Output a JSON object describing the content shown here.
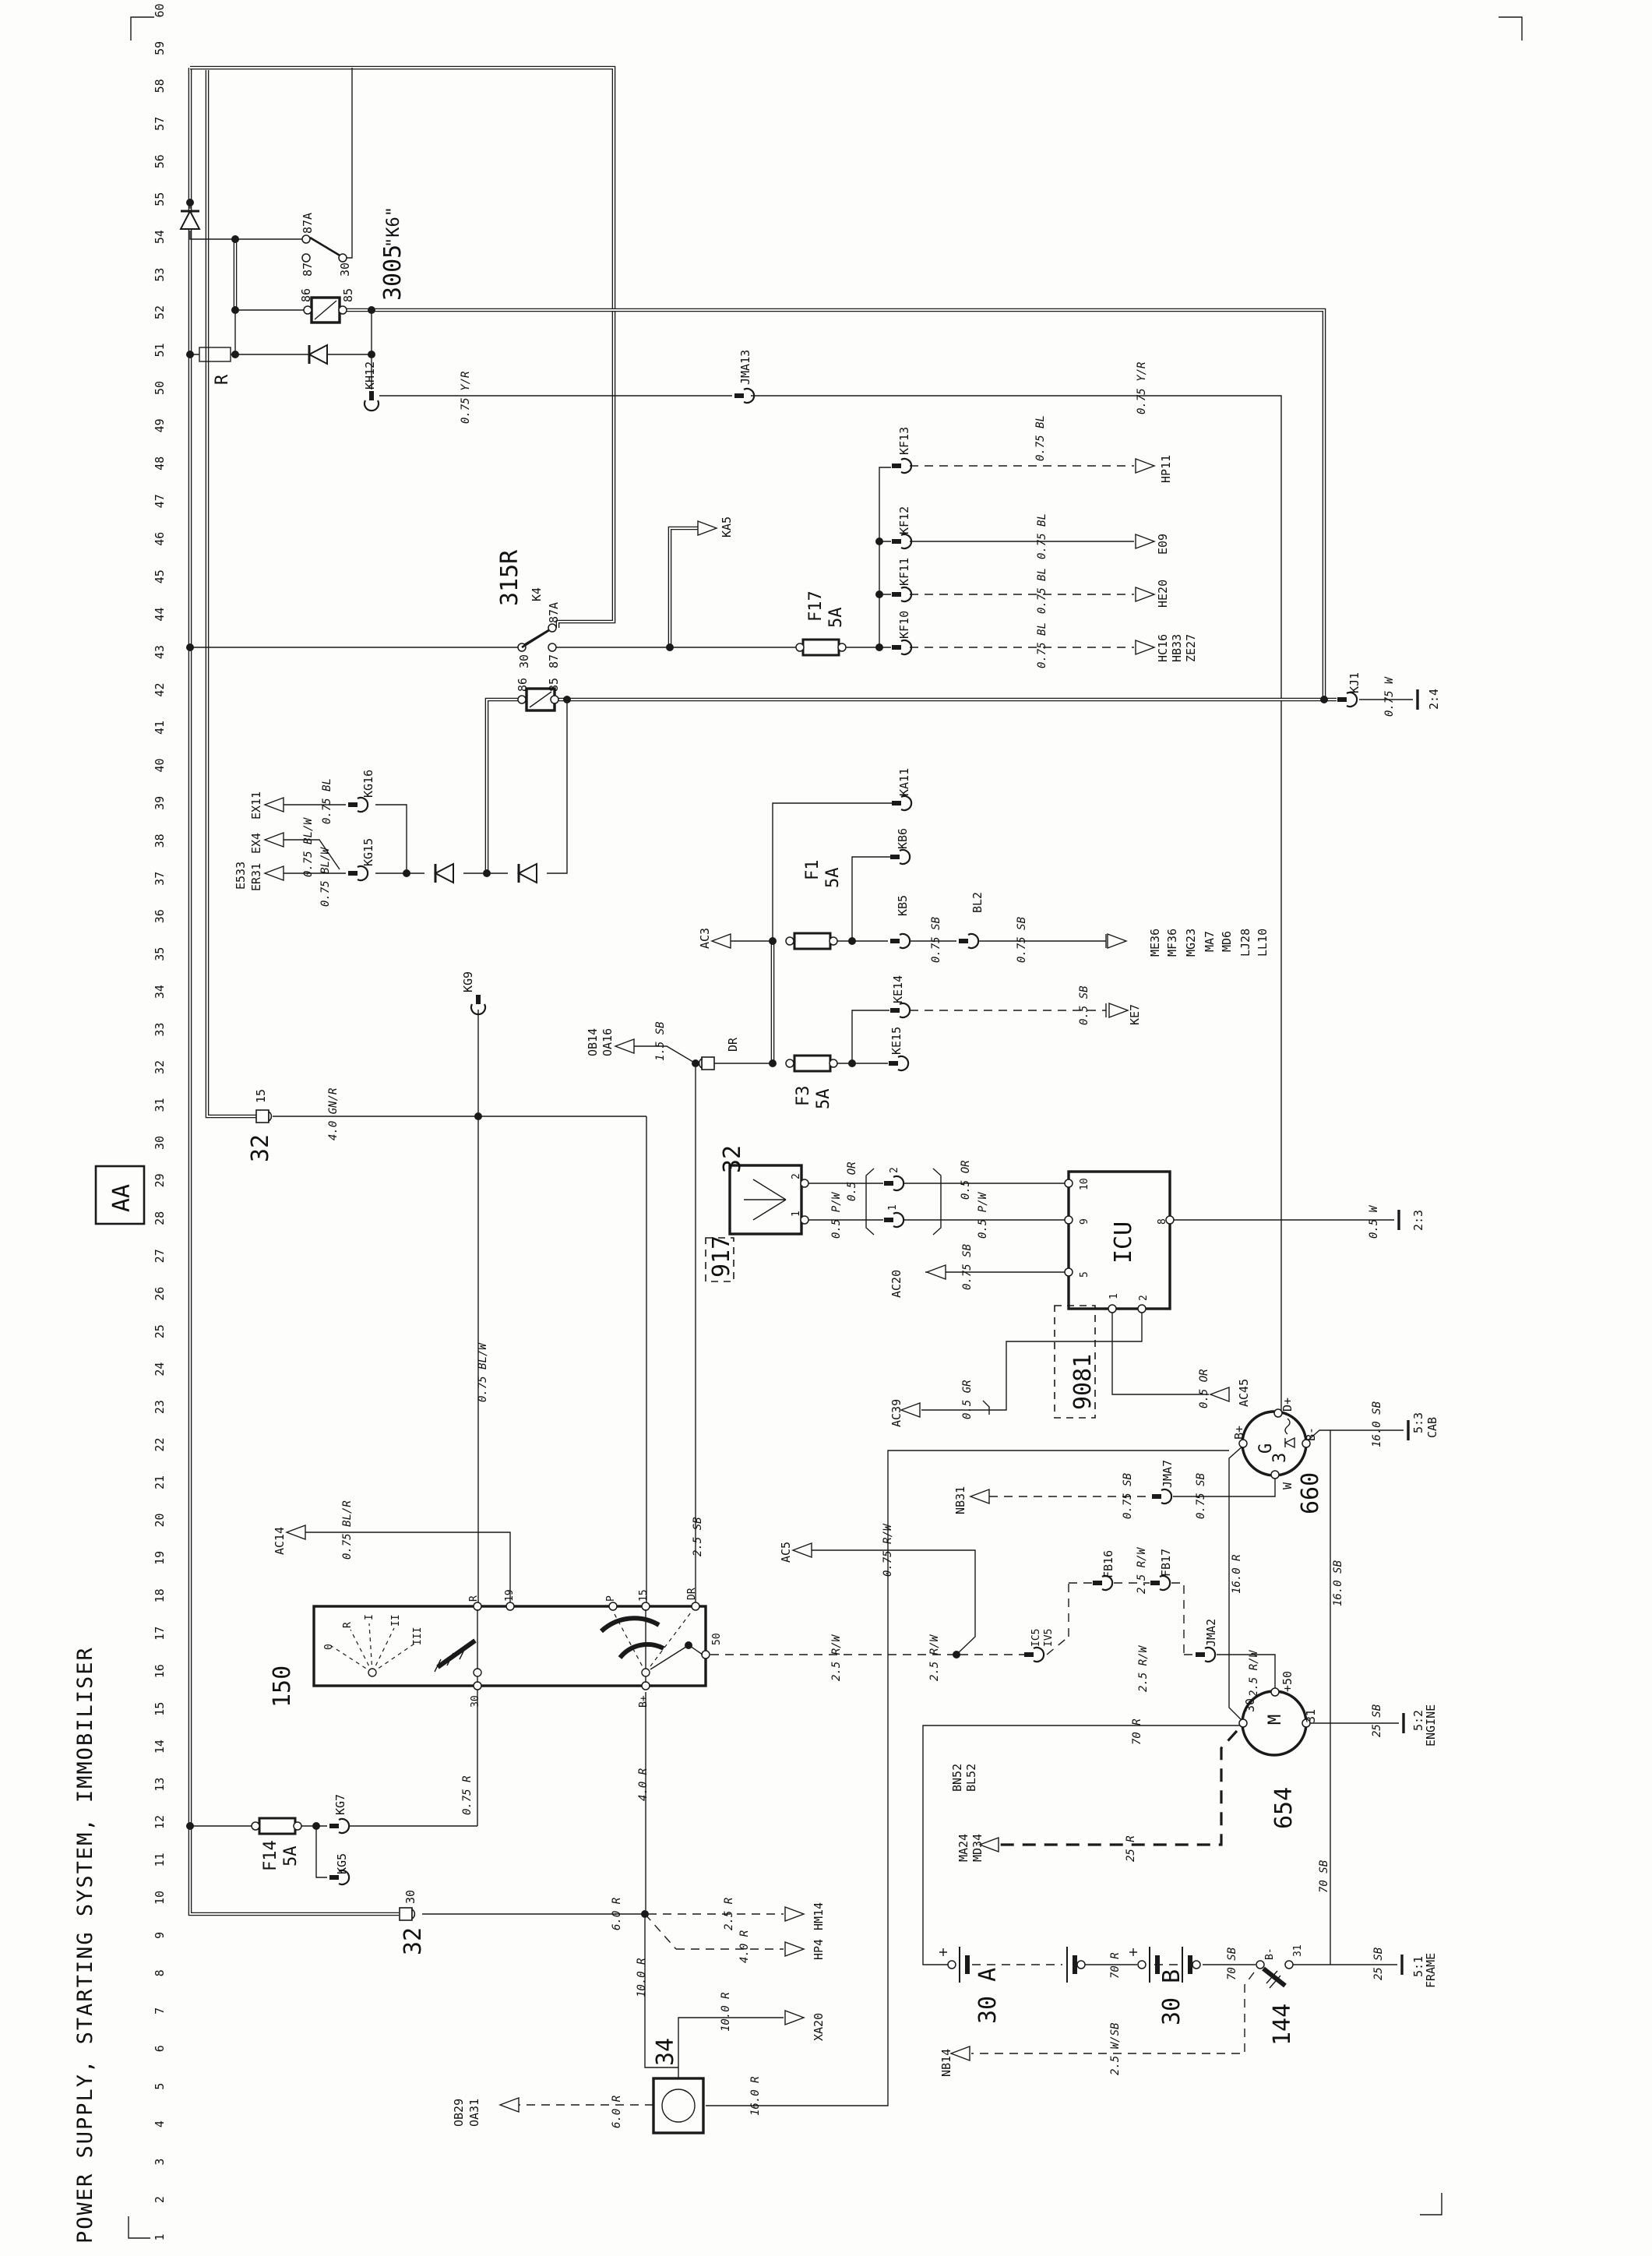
{
  "title": "POWER SUPPLY, STARTING SYSTEM, IMMOBILISER",
  "sheet_ref": "AA",
  "ruler": {
    "numbers": [
      1,
      2,
      3,
      4,
      5,
      6,
      7,
      8,
      9,
      10,
      11,
      12,
      13,
      14,
      15,
      16,
      17,
      18,
      19,
      20,
      21,
      22,
      23,
      24,
      25,
      26,
      27,
      28,
      29,
      30,
      31,
      32,
      33,
      34,
      35,
      36,
      37,
      38,
      39,
      40,
      41,
      42,
      43,
      44,
      45,
      46,
      47,
      48,
      49,
      50,
      51,
      52,
      53,
      54,
      55,
      56,
      57,
      58,
      59,
      60
    ]
  },
  "components": {
    "relay_k6": {
      "id": "3005",
      "variant": "\"K6\"",
      "pin_87a": "87A",
      "pin_87": "87",
      "pin_30": "30",
      "pin_86": "86",
      "pin_85": "85",
      "resistor": "R"
    },
    "relay_315r": {
      "id": "315R",
      "code": "K4",
      "pin_87a": "87A",
      "pin_87": "87",
      "pin_30": "30",
      "pin_86": "86",
      "pin_85": "85"
    },
    "fuse_f17": {
      "id": "F17",
      "rating": "5A"
    },
    "fuse_f1": {
      "id": "F1",
      "rating": "5A"
    },
    "fuse_f3": {
      "id": "F3",
      "rating": "5A"
    },
    "fuse_f14": {
      "id": "F14",
      "rating": "5A"
    },
    "antenna_917": {
      "id": "917",
      "pin1": "1",
      "pin2": "2"
    },
    "icu": {
      "id": "ICU",
      "unit": "9081",
      "pin10": "10",
      "pin9": "9",
      "pin5": "5",
      "pin8": "8",
      "pin1": "1",
      "pin2": "2"
    },
    "ign_switch_150": {
      "id": "150",
      "pin_r": "R",
      "pin_19": "19",
      "pin_p": "P",
      "pin_15": "15",
      "pin_dr": "DR",
      "pin_30": "30",
      "pin_bplus": "B+",
      "pin_50": "50",
      "pos_0": "0",
      "pos_r": "R",
      "pos_i": "I",
      "pos_ii": "II",
      "pos_iii": "III"
    },
    "alternator_660": {
      "id": "660",
      "sym": "G",
      "phase": "3",
      "pin_dplus": "D+",
      "pin_bplus": "B+",
      "pin_bminus": "B-",
      "pin_w": "W"
    },
    "starter_654": {
      "id": "654",
      "sym": "M",
      "pin_50": "+50",
      "pin_30": "30",
      "pin_31": "31"
    },
    "battery_a": {
      "id": "30 A"
    },
    "battery_b": {
      "id": "30 B"
    },
    "switch_144": {
      "id": "144",
      "pin_bminus": "B-",
      "pin_31": "31"
    },
    "junction_34": {
      "id": "34"
    },
    "conn32_a": {
      "id": "32",
      "pin": "15"
    },
    "conn32_b": {
      "id": "32",
      "pin": "DR"
    },
    "conn32_c": {
      "id": "32",
      "pin": "30"
    }
  },
  "connectors": {
    "kh12": "KH12",
    "jma13": "JMA13",
    "ka5": "KA5",
    "kf10": "KF10",
    "kf11": "KF11",
    "kf12": "KF12",
    "kf13": "KF13",
    "kj1": "KJ1",
    "kg16": "KG16",
    "kg15": "KG15",
    "kg9": "KG9",
    "ka11": "KA11",
    "kb6": "KB6",
    "kb5": "KB5",
    "bl2": "BL2",
    "ke15": "KE15",
    "ke14": "KE14",
    "jma7": "JMA7",
    "fb16": "FB16",
    "fb17": "FB17",
    "jma2": "JMA2",
    "ic5": "IC5",
    "iv5": "IV5",
    "kg7": "KG7",
    "kg5": "KG5",
    "c917_1": "1",
    "c917_2": "2"
  },
  "arrows": {
    "hp11": "HP11",
    "e09": "E09",
    "he20": "HE20",
    "hc16": "HC16",
    "hb33": "HB33",
    "ze27": "ZE27",
    "ex11": "EX11",
    "ex4": "EX4",
    "er31": "ER31",
    "e533": "E533",
    "ac3": "AC3",
    "ac14": "AC14",
    "ac20": "AC20",
    "ac39": "AC39",
    "ac45": "AC45",
    "ac5": "AC5",
    "ob14": "OB14",
    "oa16": "OA16",
    "ob29": "OB29",
    "oa31": "OA31",
    "nb31": "NB31",
    "nb14": "NB14",
    "ke7": "KE7",
    "me36": "ME36",
    "mf36": "MF36",
    "mg23": "MG23",
    "ma7": "MA7",
    "md6": "MD6",
    "lj28": "LJ28",
    "ll10": "LL10",
    "ma24": "MA24",
    "md34": "MD34",
    "bn52": "BN52",
    "bl52": "BL52",
    "hm14": "HM14",
    "hp4": "HP4",
    "xa20": "XA20"
  },
  "wire_labels": {
    "yr1": "0.75 Y/R",
    "yr2": "0.75 Y/R",
    "w075": "0.75 W",
    "bl075_1": "0.75 BL",
    "bl075_2": "0.75 BL",
    "bl075_3": "0.75 BL",
    "bl075_4": "0.75 BL",
    "bl075_5": "0.75 BL",
    "blw1": "0.75 BL/W",
    "blw2": "0.75 BL/W",
    "blw3": "0.75 BL/W",
    "gnr": "4.0 GN/R",
    "sb15": "1.5 SB",
    "sb25": "2.5 SB",
    "sb075_1": "0.75 SB",
    "sb075_2": "0.75 SB",
    "sb075_3": "0.75 SB",
    "sb075_4": "0.75 SB",
    "sb075_5": "0.75 SB",
    "sb05": "0.5 SB",
    "or05_1": "0.5 OR",
    "or05_2": "0.5 OR",
    "or05_3": "0.5 OR",
    "pw05_1": "0.5 P/W",
    "pw05_2": "0.5 P/W",
    "w05": "0.5 W",
    "gr05": "0.5 GR",
    "blr": "0.75 BL/R",
    "rw075_1": "0.75 R/W",
    "rw25_1": "2.5 R/W",
    "rw25_2": "2.5 R/W",
    "rw25_3": "2.5 R/W",
    "rw25_4": "2.5 R/W",
    "rw25_5": "2.5 R/W",
    "r16_1": "16.0 R",
    "r16_2": "16.0 R",
    "sb16_1": "16.0 SB",
    "sb16_2": "16.0 SB",
    "r075": "0.75 R",
    "r6_1": "6.0 R",
    "r6_2": "6.0 R",
    "r4_1": "4.0 R",
    "r4_2": "4.0 R",
    "r25": "2.5 R",
    "r10_1": "10.0 R",
    "r10_2": "10.0 R",
    "r70_1": "70 R",
    "r70_2": "70 R",
    "sb70_1": "70 SB",
    "sb70_2": "70 SB",
    "sb25_1": "25 SB",
    "sb25_2": "25 SB",
    "r25h": "25 R",
    "wsb25": "2.5 W/SB"
  },
  "offpage": {
    "p24": "2:4",
    "p23": "2:3",
    "p53": "5:3",
    "cab": "CAB",
    "p52": "5:2",
    "engine": "ENGINE",
    "p51": "5:1",
    "frame": "FRAME"
  }
}
